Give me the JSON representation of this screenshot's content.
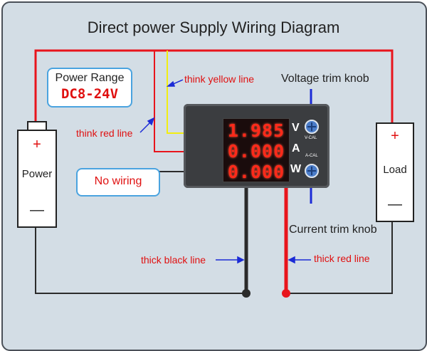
{
  "title": "Direct power Supply Wiring Diagram",
  "power_range": {
    "label": "Power Range",
    "value": "DC8-24V"
  },
  "labels": {
    "think_yellow_line": "think yellow line",
    "think_red_line": "think red line",
    "no_wiring": "No wiring",
    "thick_black_line": "thick black line",
    "thick_red_line": "thick red line",
    "voltage_trim_knob": "Voltage trim knob",
    "current_trim_knob": "Current trim knob"
  },
  "power_supply": {
    "label": "Power",
    "plus": "+",
    "minus": "—"
  },
  "load": {
    "label": "Load",
    "plus": "+",
    "minus": "—"
  },
  "meter": {
    "readings": [
      "1.985",
      "0.000",
      "0.000"
    ],
    "units": [
      "V",
      "A",
      "W"
    ],
    "voltage_cal": "V-CAL",
    "current_cal": "A-CAL"
  },
  "colors": {
    "red_wire": "#e8141c",
    "black_wire": "#2b2b2b",
    "yellow_wire": "#f2ee10",
    "arrow": "#1b2bd6",
    "callout_border": "#4aa3df",
    "led": "#ff2a1a"
  }
}
